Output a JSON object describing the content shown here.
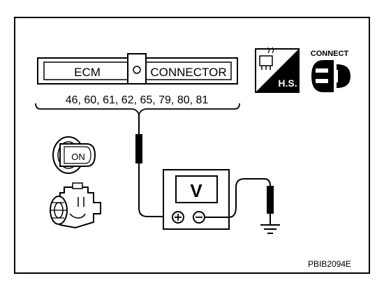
{
  "connector": {
    "left_label": "ECM",
    "right_label": "CONNECTOR",
    "pins": "46, 60, 61, 62, 65, 79, 80, 81"
  },
  "icons": {
    "hot_soak_label": "H.S.",
    "connect_label": "CONNECT",
    "ignition_label": "ON"
  },
  "voltmeter": {
    "symbol": "V"
  },
  "figure_code": "PBIB2094E"
}
